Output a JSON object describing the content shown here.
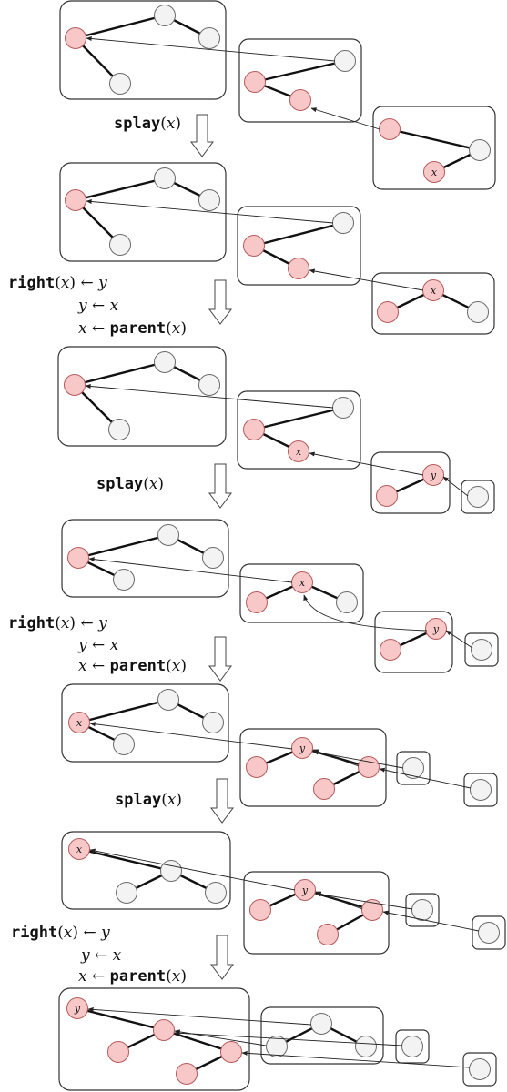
{
  "diagram_title": "",
  "node_labels": {
    "x": "x",
    "y": "y"
  },
  "operations": {
    "splay": {
      "fn": "splay",
      "arg": "x"
    },
    "relink": {
      "line1": {
        "fn": "right",
        "arg": "x",
        "arrow": "←",
        "rhs": "y"
      },
      "line2": {
        "lhs": "y",
        "arrow": "←",
        "rhs": "x"
      },
      "line3": {
        "lhs": "x",
        "arrow": "←",
        "fn": "parent",
        "arg": "x"
      }
    }
  },
  "colors": {
    "preferred_node": "#f8c8c8",
    "other_node": "#f3f3f3",
    "edge": "#111111"
  }
}
